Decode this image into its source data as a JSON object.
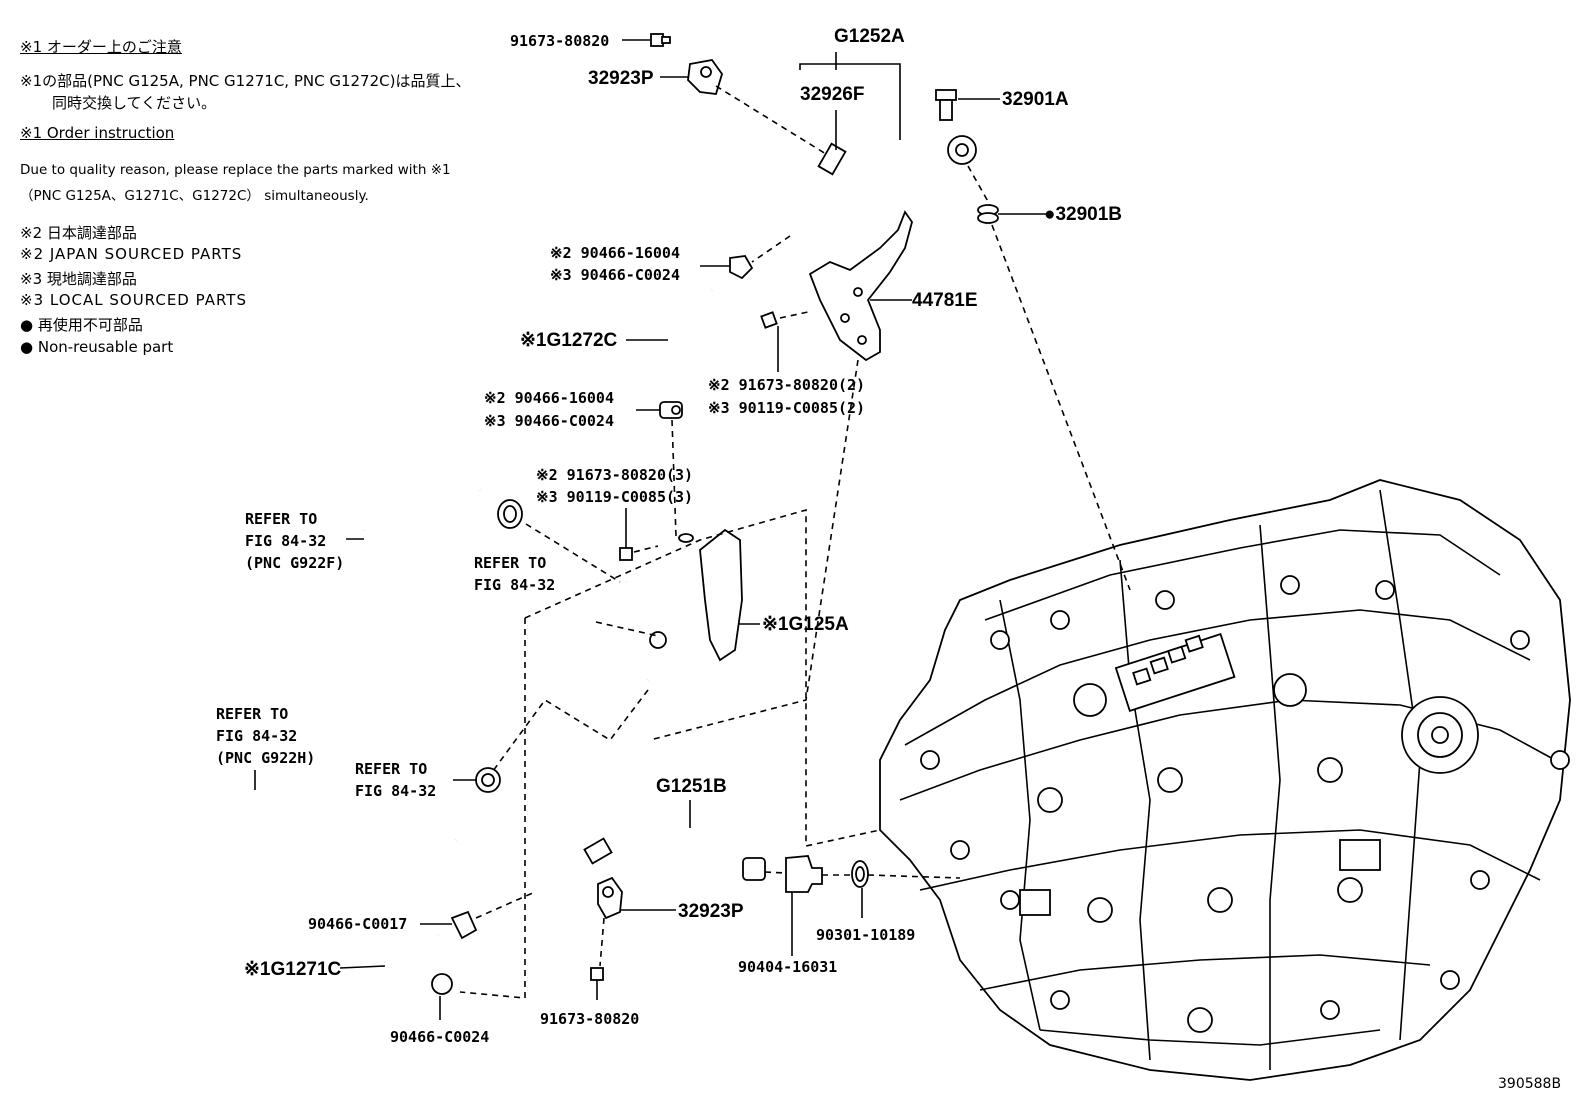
{
  "notes": {
    "order_header_jp": "※1 オーダー上のご注意",
    "order_text_jp_1": "※1の部品(PNC G125A, PNC G1271C, PNC G1272C)は品質上、",
    "order_text_jp_2": "同時交換してください。",
    "order_header_en": "※1 Order instruction",
    "order_text_en_1": "Due to quality reason, please replace the parts marked with ※1",
    "order_text_en_2": "（PNC G125A、G1271C、G1272C） simultaneously.",
    "legend_2_jp": "※2 日本調達部品",
    "legend_2_en": "※2 JAPAN SOURCED PARTS",
    "legend_3_jp": "※3 現地調達部品",
    "legend_3_en": "※3 LOCAL SOURCED PARTS",
    "legend_nr_jp": "● 再使用不可部品",
    "legend_nr_en": "● Non-reusable part"
  },
  "labels": {
    "p_91673_80820_top": "91673-80820",
    "p_32923p_top": "32923P",
    "p_g1252a": "G1252A",
    "p_32926f": "32926F",
    "p_32901a": "32901A",
    "p_32901b": "●32901B",
    "p_clip_upper_2": "※2 90466-16004",
    "p_clip_upper_3": "※3 90466-C0024",
    "p_44781e": "44781E",
    "p_g1272c": "※1G1272C",
    "p_bolt_2_2": "※2 91673-80820(2)",
    "p_bolt_2_3": "※3 90119-C0085(2)",
    "p_clip_mid_2": "※2 90466-16004",
    "p_clip_mid_3": "※3 90466-C0024",
    "p_bolt_3_2": "※2 91673-80820(3)",
    "p_bolt_3_3": "※3 90119-C0085(3)",
    "refer_g922f_1": "REFER TO",
    "refer_g922f_2": "FIG 84-32",
    "refer_g922f_3": "(PNC G922F)",
    "refer_a_1": "REFER TO",
    "refer_a_2": "FIG 84-32",
    "p_g125a": "※1G125A",
    "refer_g922h_1": "REFER TO",
    "refer_g922h_2": "FIG 84-32",
    "refer_g922h_3": "(PNC G922H)",
    "refer_b_1": "REFER TO",
    "refer_b_2": "FIG 84-32",
    "p_g1251b": "G1251B",
    "p_32923p_bottom": "32923P",
    "p_90466_c0017": "90466-C0017",
    "p_g1271c": "※1G1271C",
    "p_90466_c0024_bottom": "90466-C0024",
    "p_91673_80820_bottom": "91673-80820",
    "p_90404_16031": "90404-16031",
    "p_90301_10189": "90301-10189",
    "figure_id": "390588B"
  }
}
